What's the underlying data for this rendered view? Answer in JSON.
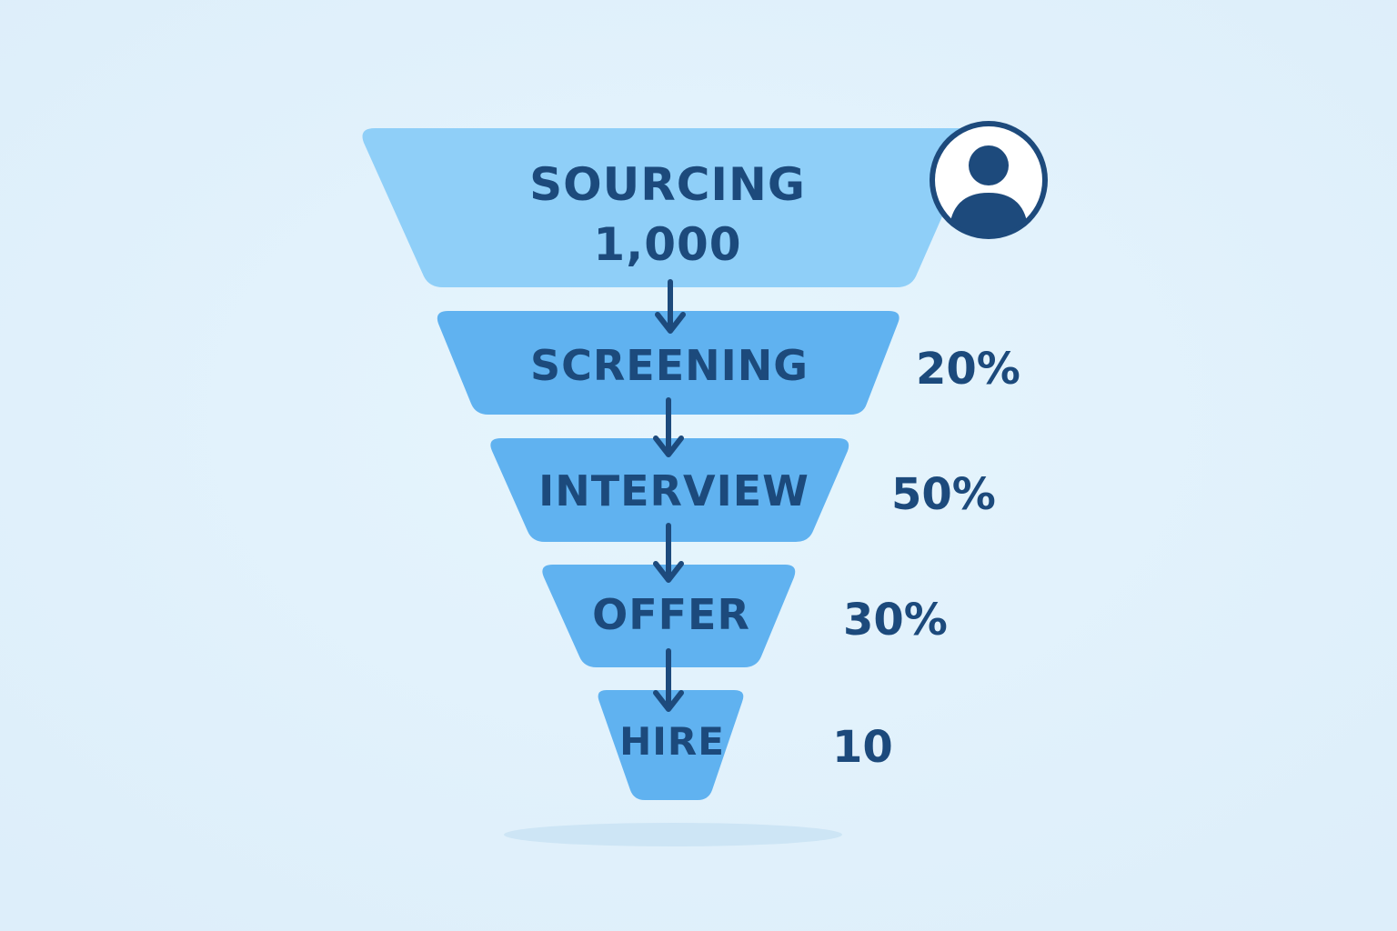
{
  "colors": {
    "background": "#e2f2fc",
    "stage_top": "#8fcff8",
    "stage_lower": "#60b2f0",
    "text": "#1c4a7c",
    "arrow": "#1d4a7c",
    "icon": "#1d4a7c",
    "shadow": "#cde5f5"
  },
  "icons": {
    "profile": "user-avatar-icon"
  },
  "funnel": {
    "stages": [
      {
        "label": "SOURCING",
        "value": "1,000",
        "metric": ""
      },
      {
        "label": "SCREENING",
        "value": "",
        "metric": "20%"
      },
      {
        "label": "INTERVIEW",
        "value": "",
        "metric": "50%"
      },
      {
        "label": "OFFER",
        "value": "",
        "metric": "30%"
      },
      {
        "label": "HIRE",
        "value": "",
        "metric": "10"
      }
    ]
  }
}
